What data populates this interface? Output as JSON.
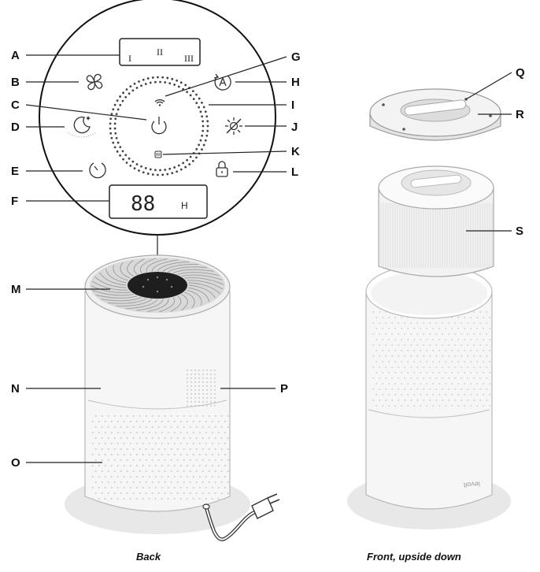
{
  "callouts": {
    "a": "A",
    "b": "B",
    "c": "C",
    "d": "D",
    "e": "E",
    "f": "F",
    "g": "G",
    "h": "H",
    "i": "I",
    "j": "J",
    "k": "K",
    "l": "L",
    "m": "M",
    "n": "N",
    "o": "O",
    "p": "P",
    "q": "Q",
    "r": "R",
    "s": "S"
  },
  "fan_speed_marks": {
    "low": "I",
    "mid": "II",
    "high": "III"
  },
  "display": {
    "digits": "88",
    "unit": "H"
  },
  "captions": {
    "back": "Back",
    "front": "Front, upside down"
  },
  "icons": [
    "wifi-icon",
    "fan-icon",
    "sleep-moon-icon",
    "power-icon",
    "timer-icon",
    "auto-mode-icon",
    "light-icon",
    "lock-icon",
    "filter-indicator-icon"
  ]
}
